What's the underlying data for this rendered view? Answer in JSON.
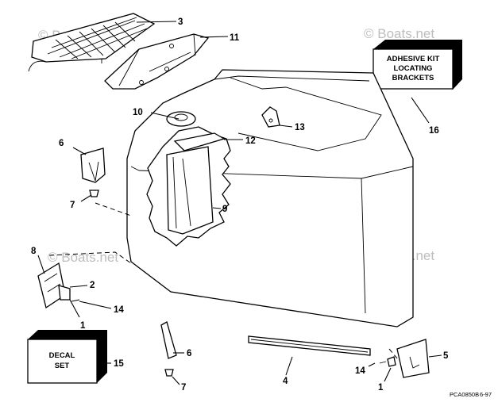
{
  "watermark": "© Boats.net",
  "drawing_code": "PCA0850B",
  "drawing_date": "6-97",
  "boxes": {
    "adhesive_kit": [
      "ADHESIVE KIT",
      "LOCATING",
      "BRACKETS"
    ],
    "decal_set": [
      "DECAL",
      "SET"
    ]
  },
  "callouts": {
    "c3": "3",
    "c11": "11",
    "c16": "16",
    "c10": "10",
    "c13": "13",
    "c12": "12",
    "c6a": "6",
    "c7a": "7",
    "c9": "9",
    "c8": "8",
    "c2": "2",
    "c14a": "14",
    "c1a": "1",
    "c15": "15",
    "c6b": "6",
    "c7b": "7",
    "c4": "4",
    "c5": "5",
    "c14b": "14",
    "c1b": "1"
  }
}
